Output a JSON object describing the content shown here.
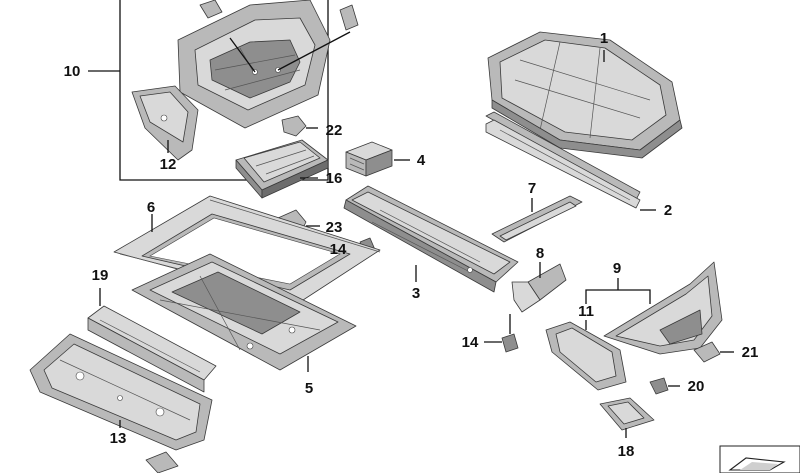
{
  "diagram": {
    "callouts": [
      {
        "id": "c1",
        "label": "1"
      },
      {
        "id": "c2",
        "label": "2"
      },
      {
        "id": "c3",
        "label": "3"
      },
      {
        "id": "c4",
        "label": "4"
      },
      {
        "id": "c5",
        "label": "5"
      },
      {
        "id": "c6",
        "label": "6"
      },
      {
        "id": "c7",
        "label": "7"
      },
      {
        "id": "c8",
        "label": "8"
      },
      {
        "id": "c9",
        "label": "9"
      },
      {
        "id": "c10",
        "label": "10"
      },
      {
        "id": "c11",
        "label": "11"
      },
      {
        "id": "c12",
        "label": "12"
      },
      {
        "id": "c13",
        "label": "13"
      },
      {
        "id": "c14a",
        "label": "14"
      },
      {
        "id": "c14b",
        "label": "14"
      },
      {
        "id": "c16",
        "label": "16"
      },
      {
        "id": "c18",
        "label": "18"
      },
      {
        "id": "c19",
        "label": "19"
      },
      {
        "id": "c20",
        "label": "20"
      },
      {
        "id": "c21",
        "label": "21"
      },
      {
        "id": "c22",
        "label": "22"
      },
      {
        "id": "c23",
        "label": "23"
      }
    ]
  }
}
